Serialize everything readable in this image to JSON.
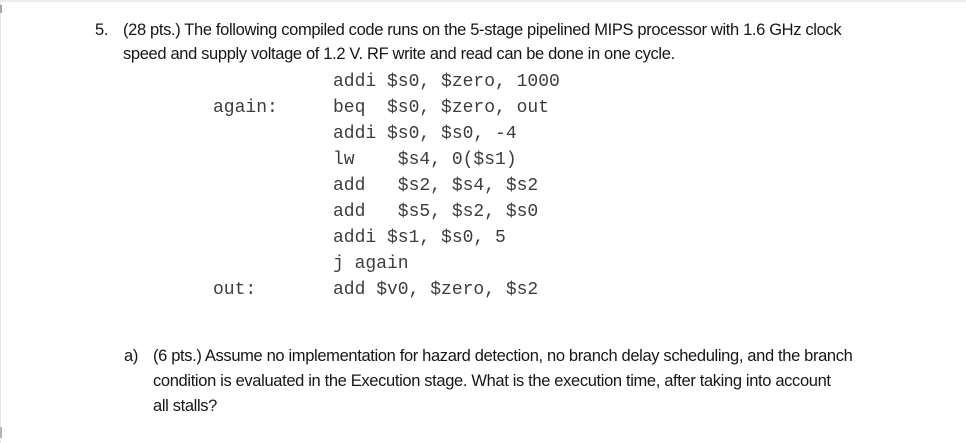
{
  "question": {
    "number": "5.",
    "lines": [
      "(28 pts.) The following compiled code runs on the 5-stage pipelined MIPS processor with 1.6 GHz clock",
      "speed and supply voltage of 1.2 V. RF write and read can be done in one cycle."
    ]
  },
  "code": {
    "rows": [
      {
        "label": "",
        "instr": "addi $s0, $zero, 1000"
      },
      {
        "label": "again:",
        "instr": "beq  $s0, $zero, out"
      },
      {
        "label": "",
        "instr": "addi $s0, $s0, -4"
      },
      {
        "label": "",
        "instr": "lw    $s4, 0($s1)"
      },
      {
        "label": "",
        "instr": "add   $s2, $s4, $s2"
      },
      {
        "label": "",
        "instr": "add   $s5, $s2, $s0"
      },
      {
        "label": "",
        "instr": "addi $s1, $s0, 5"
      },
      {
        "label": "",
        "instr": "j again"
      },
      {
        "label": "out:",
        "instr": "add $v0, $zero, $s2"
      }
    ]
  },
  "subquestion": {
    "letter": "a)",
    "lines": [
      "(6 pts.) Assume no implementation for hazard detection, no branch delay scheduling, and the branch",
      "condition is evaluated in the Execution stage. What is the execution time, after taking into account",
      "all stalls?"
    ]
  },
  "colors": {
    "background": "#ffffff",
    "body_text": "#161616",
    "code_text": "#3d3d3d"
  }
}
